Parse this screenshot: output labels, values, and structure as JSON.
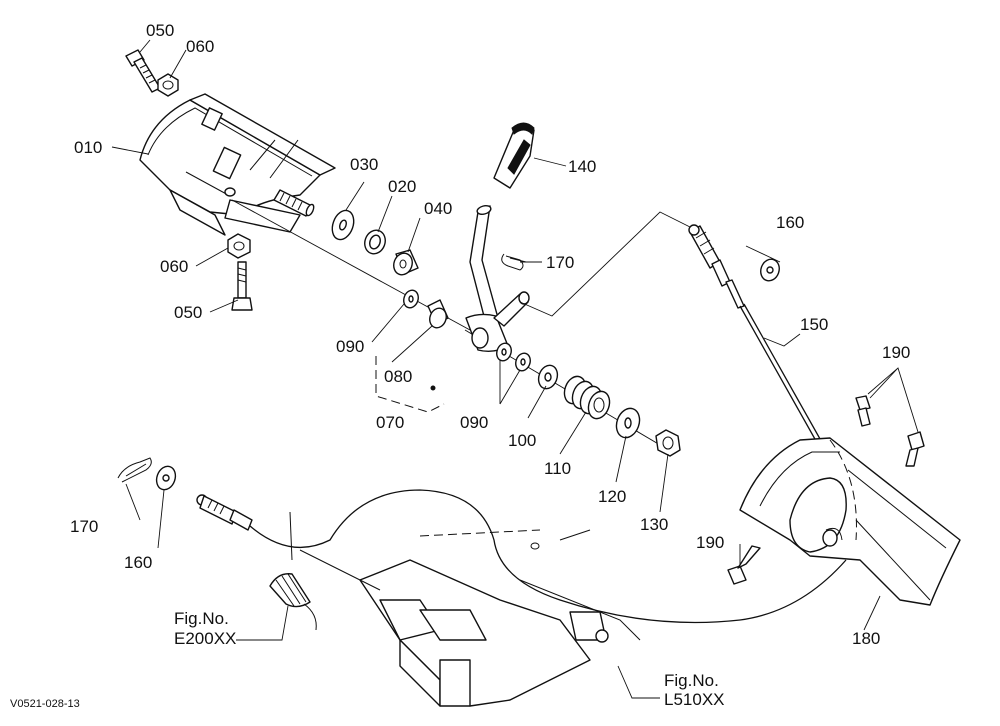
{
  "diagram": {
    "footer_code": "V0521-028-13",
    "labels": {
      "p010": "010",
      "p020": "020",
      "p030": "030",
      "p040": "040",
      "p050_top": "050",
      "p050_bottom": "050",
      "p060_top": "060",
      "p060_bottom": "060",
      "p070": "070",
      "p080": "080",
      "p090_a": "090",
      "p090_b": "090",
      "p100": "100",
      "p110": "110",
      "p120": "120",
      "p130": "130",
      "p140": "140",
      "p150": "150",
      "p160_right": "160",
      "p160_left": "160",
      "p170_top": "170",
      "p170_left": "170",
      "p180": "180",
      "p190_top": "190",
      "p190_bottom": "190"
    },
    "references": {
      "ref1_line1": "Fig.No.",
      "ref1_line2": "E200XX",
      "ref2_line1": "Fig.No.",
      "ref2_line2": "L510XX"
    }
  }
}
